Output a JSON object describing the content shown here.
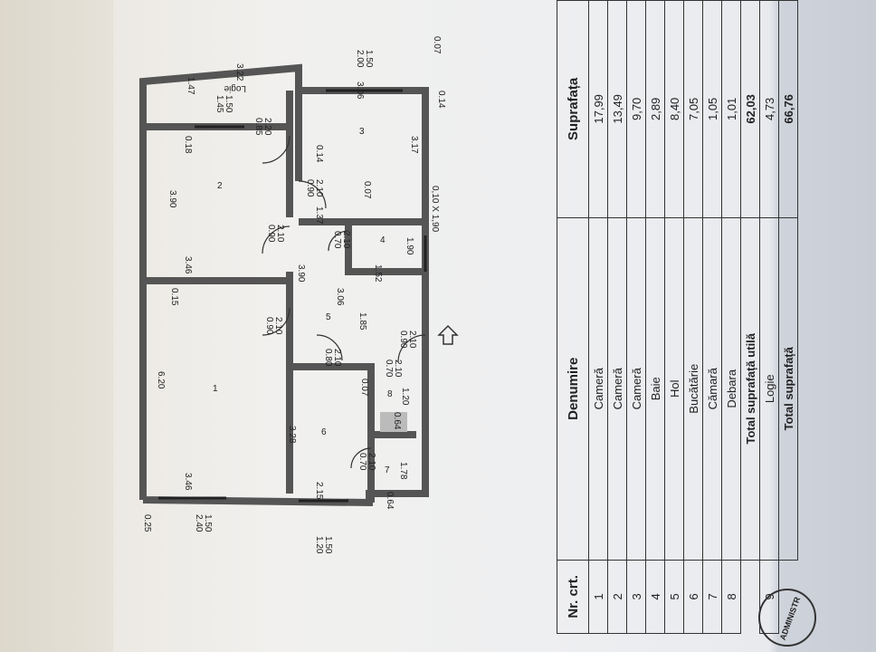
{
  "plan": {
    "arrow_icon": "entrance-arrow-icon",
    "labels": {
      "logie": "Logie",
      "r1": "1",
      "r2": "2",
      "r3": "3",
      "r4": "4",
      "r5": "5",
      "r6": "6",
      "r7": "7",
      "r8": "8",
      "d_322": "3.22",
      "d_147": "1.47",
      "d_145": "1.45",
      "d_150a": "1.50",
      "d_085": "0.85",
      "d_220": "2.20",
      "d_007a": "0.07",
      "d_200": "2.00",
      "d_150b": "1.50",
      "d_306a": "3.06",
      "d_014a": "0.14",
      "d_018": "0.18",
      "d_014b": "0.14",
      "d_317": "3.17",
      "d_390a": "3.90",
      "d_090a": "0.90",
      "d_210a": "2.10",
      "d_007b": "0.07",
      "d_137": "1.37",
      "d_win": "0,10 X 1,90",
      "d_090b": "0.90",
      "d_210b": "2.10",
      "d_070a": "0.70",
      "d_210c": "2.10",
      "d_190": "1.90",
      "d_346a": "3.46",
      "d_390b": "3.90",
      "d_152": "1.52",
      "d_015": "0.15",
      "d_306b": "3.06",
      "d_090c": "0.90",
      "d_210d": "2.10",
      "d_185": "1.85",
      "d_090d": "0.90",
      "d_210e": "2.10",
      "d_080": "0.80",
      "d_210f": "2.10",
      "d_070b": "0.70",
      "d_210g": "2.10",
      "d_620": "6.20",
      "d_007c": "0.07",
      "d_120": "1.20",
      "d_064a": "0.64",
      "d_328": "3.28",
      "d_070c": "0.70",
      "d_210h": "2.10",
      "d_178": "1.78",
      "d_346b": "3.46",
      "d_215": "2.15",
      "d_064b": "0.64",
      "d_025": "0.25",
      "d_240": "2.40",
      "d_150c": "1.50",
      "d_120b": "1.20",
      "d_150d": "1.50"
    }
  },
  "table": {
    "headers": {
      "nr": "Nr. crt.",
      "denumire": "Denumire",
      "suprafata": "Suprafața"
    },
    "rows": [
      {
        "nr": "1",
        "name": "Cameră",
        "area": "17,99"
      },
      {
        "nr": "2",
        "name": "Cameră",
        "area": "13,49"
      },
      {
        "nr": "3",
        "name": "Cameră",
        "area": "9,70"
      },
      {
        "nr": "4",
        "name": "Baie",
        "area": "2,89"
      },
      {
        "nr": "5",
        "name": "Hol",
        "area": "8,40"
      },
      {
        "nr": "6",
        "name": "Bucătărie",
        "area": "7,05"
      },
      {
        "nr": "7",
        "name": "Cămară",
        "area": "1,05"
      },
      {
        "nr": "8",
        "name": "Debara",
        "area": "1,01"
      }
    ],
    "total_util_label": "Total suprafață utilă",
    "total_util": "62,03",
    "logie": {
      "nr": "9",
      "name": "Logie",
      "area": "4,73"
    },
    "total_label": "Total suprafață",
    "total": "66,76"
  },
  "stamp": "ADMINISTR"
}
